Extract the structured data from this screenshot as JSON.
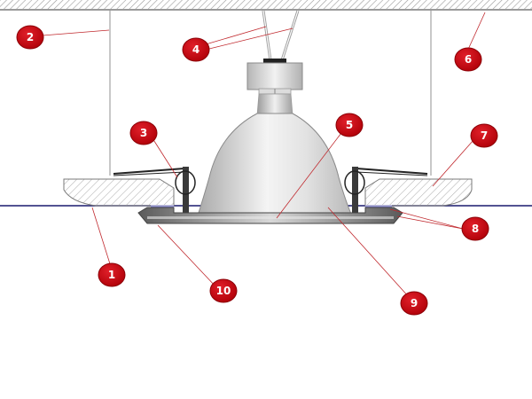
{
  "colors": {
    "badge_fill": "#c8000a",
    "badge_stroke": "#8a0006",
    "leader_line": "#c0282d",
    "ceiling_line": "#1a1a6e",
    "hatch": "#b0b0b0",
    "outline": "#777777",
    "dark_part": "#333333",
    "blue_gasket": "#3c3cc8"
  },
  "callouts": [
    {
      "label": "1"
    },
    {
      "label": "2"
    },
    {
      "label": "3"
    },
    {
      "label": "4"
    },
    {
      "label": "5"
    },
    {
      "label": "6"
    },
    {
      "label": "7"
    },
    {
      "label": "8"
    },
    {
      "label": "9"
    },
    {
      "label": "10"
    }
  ]
}
